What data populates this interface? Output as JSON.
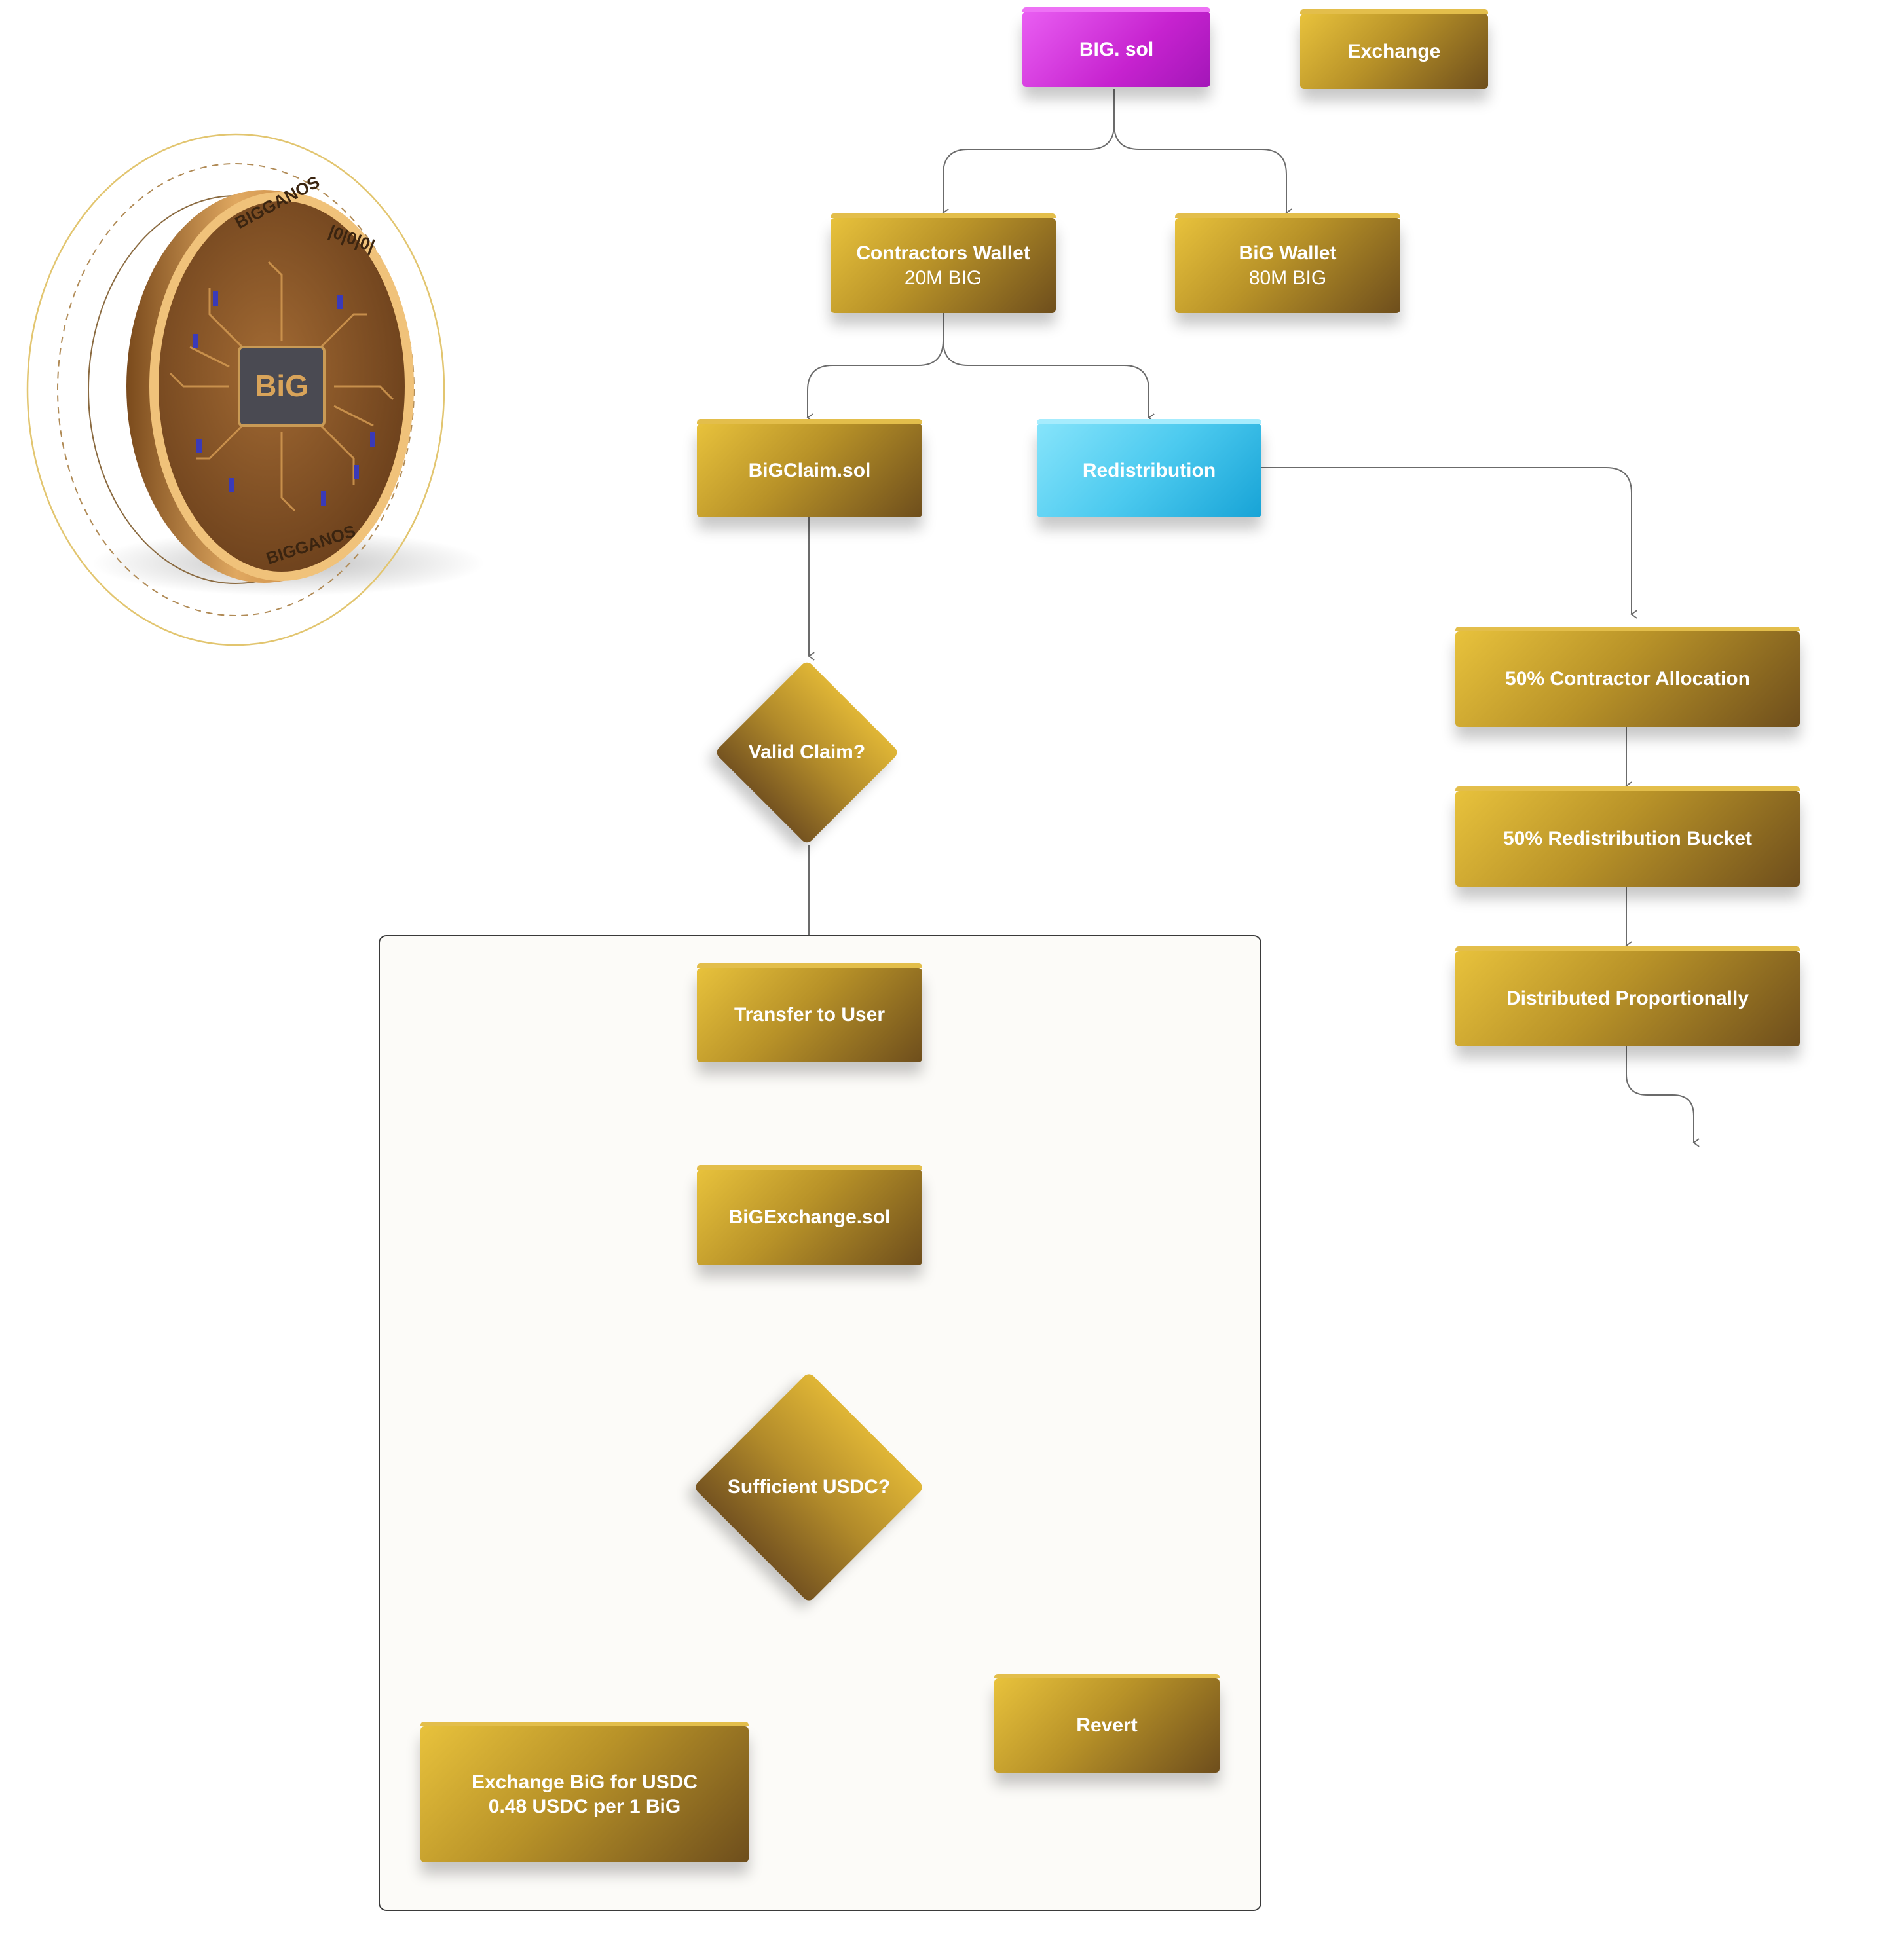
{
  "nodes": {
    "big_sol": "BIG. sol",
    "exchange": "Exchange",
    "contractors_wallet": {
      "title": "Contractors Wallet",
      "amount": "20M BIG"
    },
    "big_wallet": {
      "title": "BiG Wallet",
      "amount": "80M BIG"
    },
    "bigclaim": "BiGClaim.sol",
    "redistribution": "Redistribution",
    "contractor_allocation": "50% Contractor Allocation",
    "redistribution_bucket": "50% Redistribution Bucket",
    "distributed": "Distributed Proportionally",
    "valid_claim": "Valid Claim?",
    "transfer": "Transfer to User",
    "bigexchange": "BiGExchange.sol",
    "sufficient_usdc": "Sufficient USDC?",
    "revert": "Revert",
    "exchange_usdc": {
      "title": "Exchange BiG for USDC",
      "rate": "0.48 USDC per 1 BiG"
    }
  },
  "coin": {
    "center_text": "BiG",
    "rim_text": "BIGGANOS",
    "rim_code": "|0|0|0|"
  },
  "colors": {
    "gold_light": "#e8c23c",
    "gold_dark": "#6e4e1c",
    "pink": "#c622cf",
    "cyan": "#4ccaef",
    "connector": "#6b6b6b",
    "faint_text": "#fbf3d8"
  }
}
